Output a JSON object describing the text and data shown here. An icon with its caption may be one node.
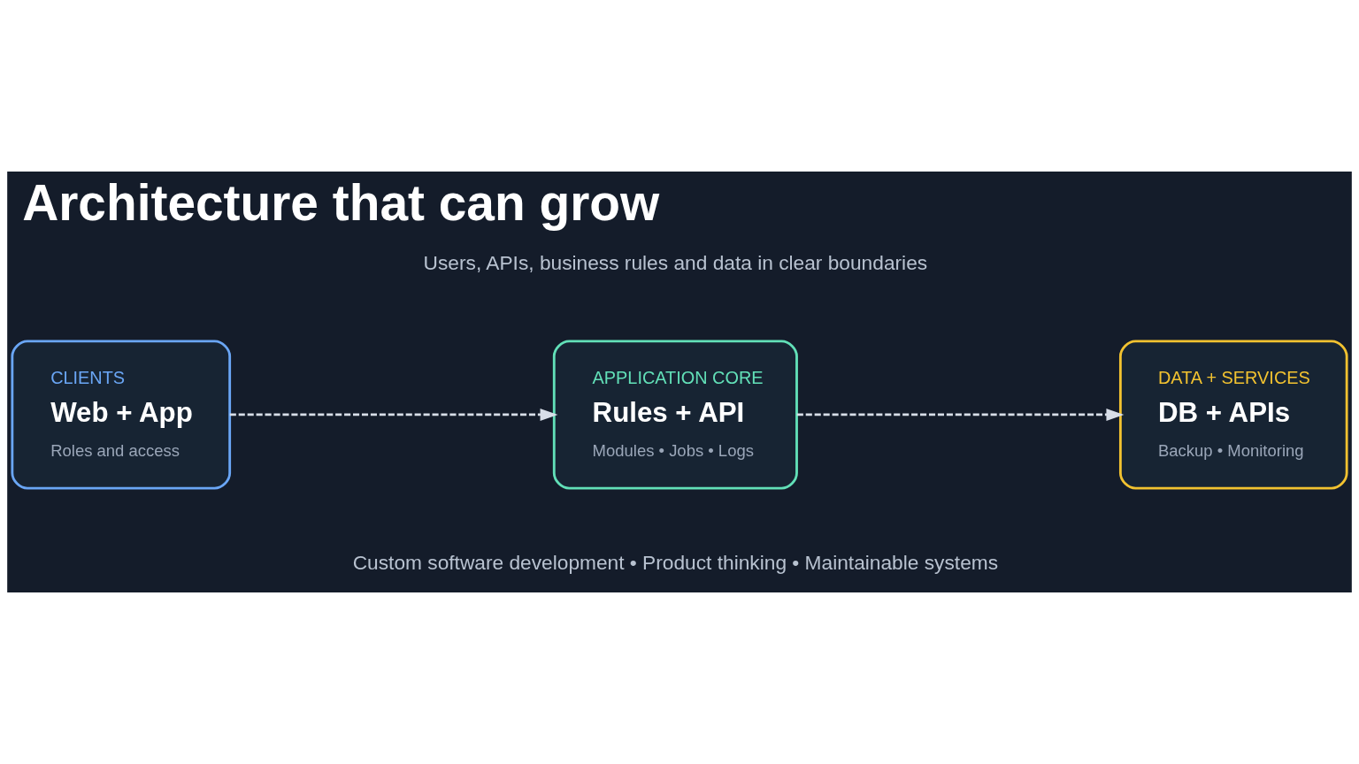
{
  "diagram": {
    "title": "Architecture that can grow",
    "nodes": [
      {
        "text": [
          "CLIENTS",
          "Web + App",
          "Roles and access"
        ]
      },
      {
        "text": [
          "APPLICATION CORE",
          "Rules + API",
          "Modules • Jobs • Logs"
        ]
      },
      {
        "text": [
          "DATA + SERVICES",
          "DB + APIs",
          "Backup • Monitoring"
        ]
      }
    ],
    "edges": [
      {
        "from": 0,
        "to": 1,
        "arrow": "to",
        "style": "dashed"
      },
      {
        "from": 1,
        "to": 2,
        "arrow": "to",
        "style": "dashed"
      }
    ],
    "labels": [
      "Users, APIs, business rules and data in clear boundaries",
      "Custom software development • Product thinking • Maintainable systems"
    ]
  }
}
